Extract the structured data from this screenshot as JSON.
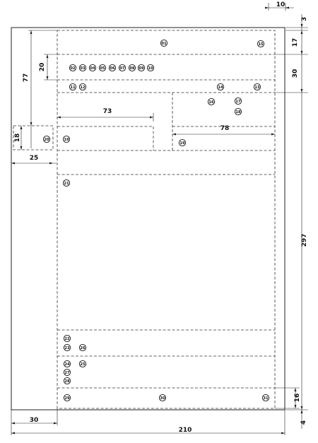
{
  "dims": {
    "top10": "10",
    "r3": "3",
    "r17": "17",
    "r30": "30",
    "l77": "77",
    "l20": "20",
    "c73": "73",
    "c78": "78",
    "l18": "18",
    "l25": "25",
    "r297": "297",
    "r16": "16",
    "b30": "30",
    "r4": "4",
    "b210": "210"
  },
  "markers": {
    "m01": "01",
    "m15": "15",
    "m02": "02",
    "m03": "03",
    "m04": "04",
    "m05": "05",
    "m06": "06",
    "m07": "07",
    "m08": "08",
    "m09": "09",
    "m10": "10",
    "m11": "11",
    "m12": "12",
    "m14": "14",
    "m13": "13",
    "m16": "16",
    "m17": "17",
    "m18": "18",
    "m19": "19",
    "m20": "20",
    "m19b": "19",
    "m21": "21",
    "m22": "22",
    "m23": "23",
    "m26": "26",
    "m24": "24",
    "m25": "25",
    "m27": "27",
    "m28": "28",
    "m29": "29",
    "m30": "30",
    "m31": "31"
  }
}
